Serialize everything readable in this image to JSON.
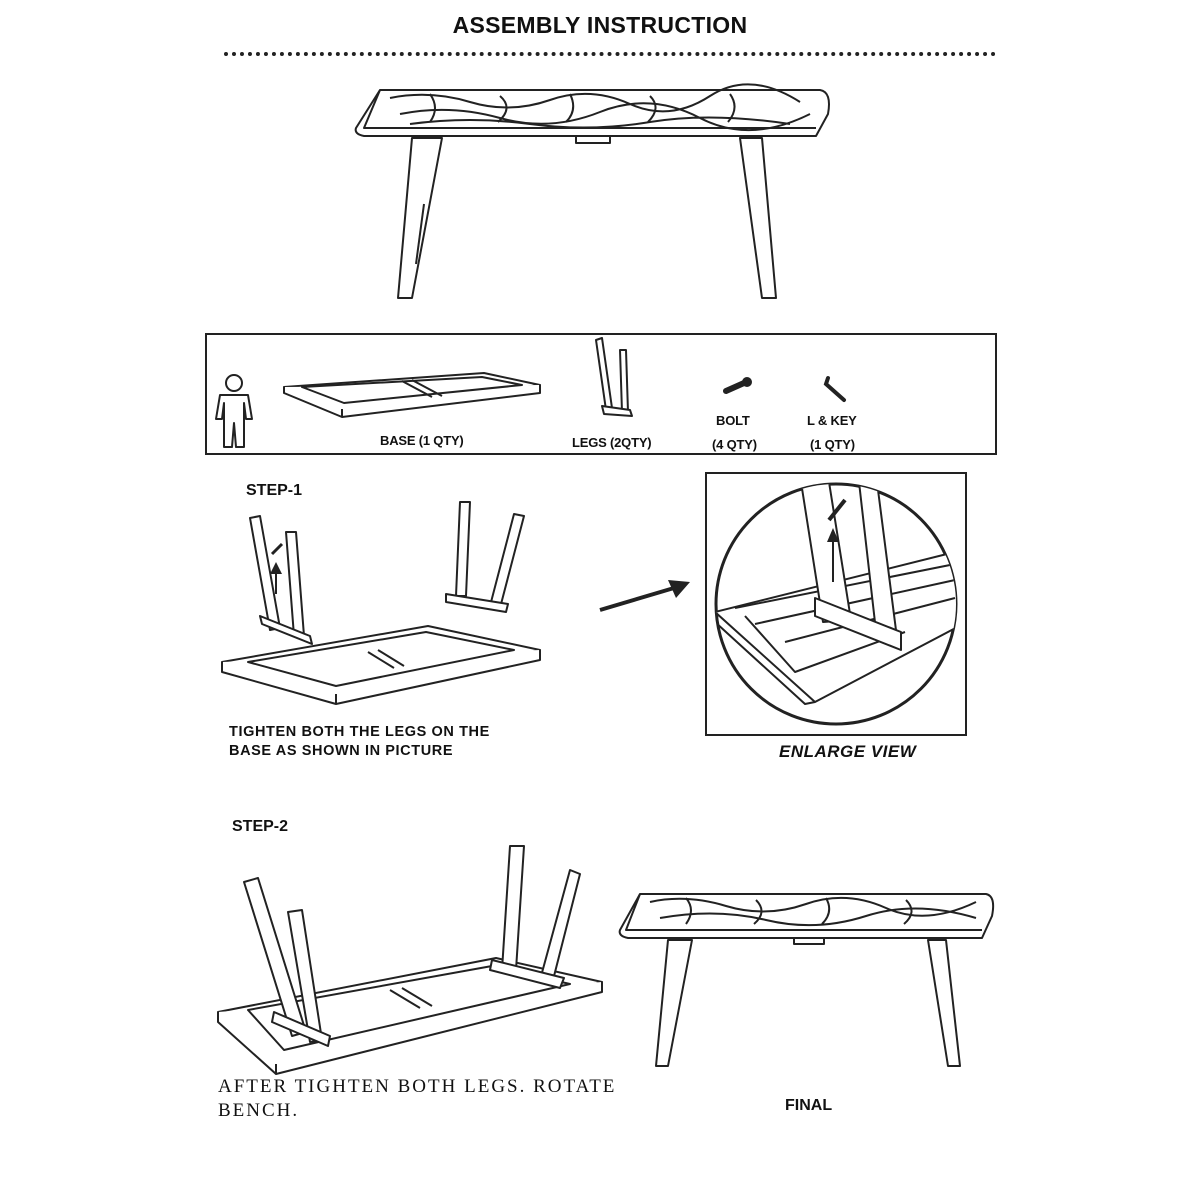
{
  "title": "ASSEMBLY INSTRUCTION",
  "parts": {
    "base": "BASE (1 QTY)",
    "legs": "LEGS (2QTY)",
    "bolt_name": "BOLT",
    "bolt_qty": "(4 QTY)",
    "key_name": "L & KEY",
    "key_qty": "(1 QTY)"
  },
  "step1": {
    "label": "STEP-1",
    "instruction_line1": "TIGHTEN BOTH THE LEGS ON THE",
    "instruction_line2": "BASE AS SHOWN IN PICTURE",
    "enlarge_caption": "ENLARGE VIEW"
  },
  "step2": {
    "label": "STEP-2",
    "instruction_line1": "AFTER TIGHTEN BOTH LEGS. ROTATE",
    "instruction_line2": "BENCH.",
    "final_caption": "FINAL"
  },
  "icons": [
    "bench-illustration",
    "person-icon",
    "base-frame",
    "legs-icon",
    "bolt-icon",
    "l-key-icon",
    "arrow-icon",
    "magnifier-view"
  ]
}
